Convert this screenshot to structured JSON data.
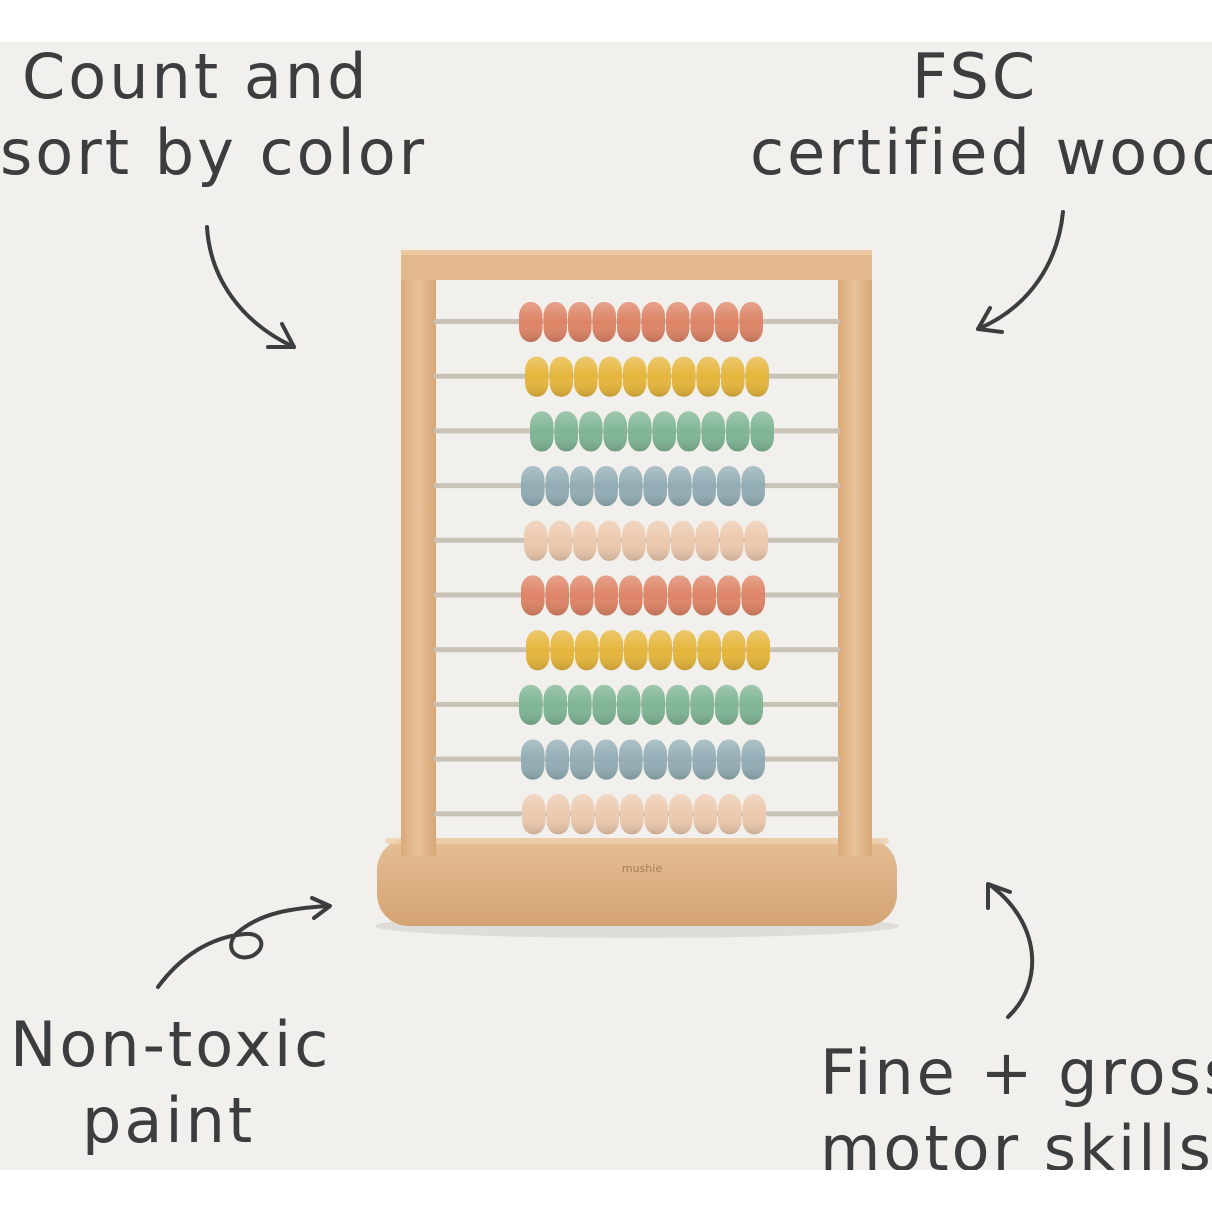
{
  "callouts": {
    "count_sort": {
      "line1": "Count and",
      "line2": "sort by color"
    },
    "fsc": {
      "line1": "FSC",
      "line2": "certified wood"
    },
    "non_toxic": {
      "line1": "Non-toxic",
      "line2": "paint"
    },
    "motor": {
      "line1": "Fine + gross",
      "line2": "motor skills"
    }
  },
  "product": {
    "brand_mark": "mushie",
    "rows": 10,
    "beads_per_row": 10,
    "row_colors": [
      "#de8466",
      "#e6b63c",
      "#7fb595",
      "#93adb5",
      "#ecc9ae",
      "#de8466",
      "#e6b63c",
      "#7fb595",
      "#93adb5",
      "#ecc9ae"
    ],
    "wood_color": "#e3b98d"
  }
}
